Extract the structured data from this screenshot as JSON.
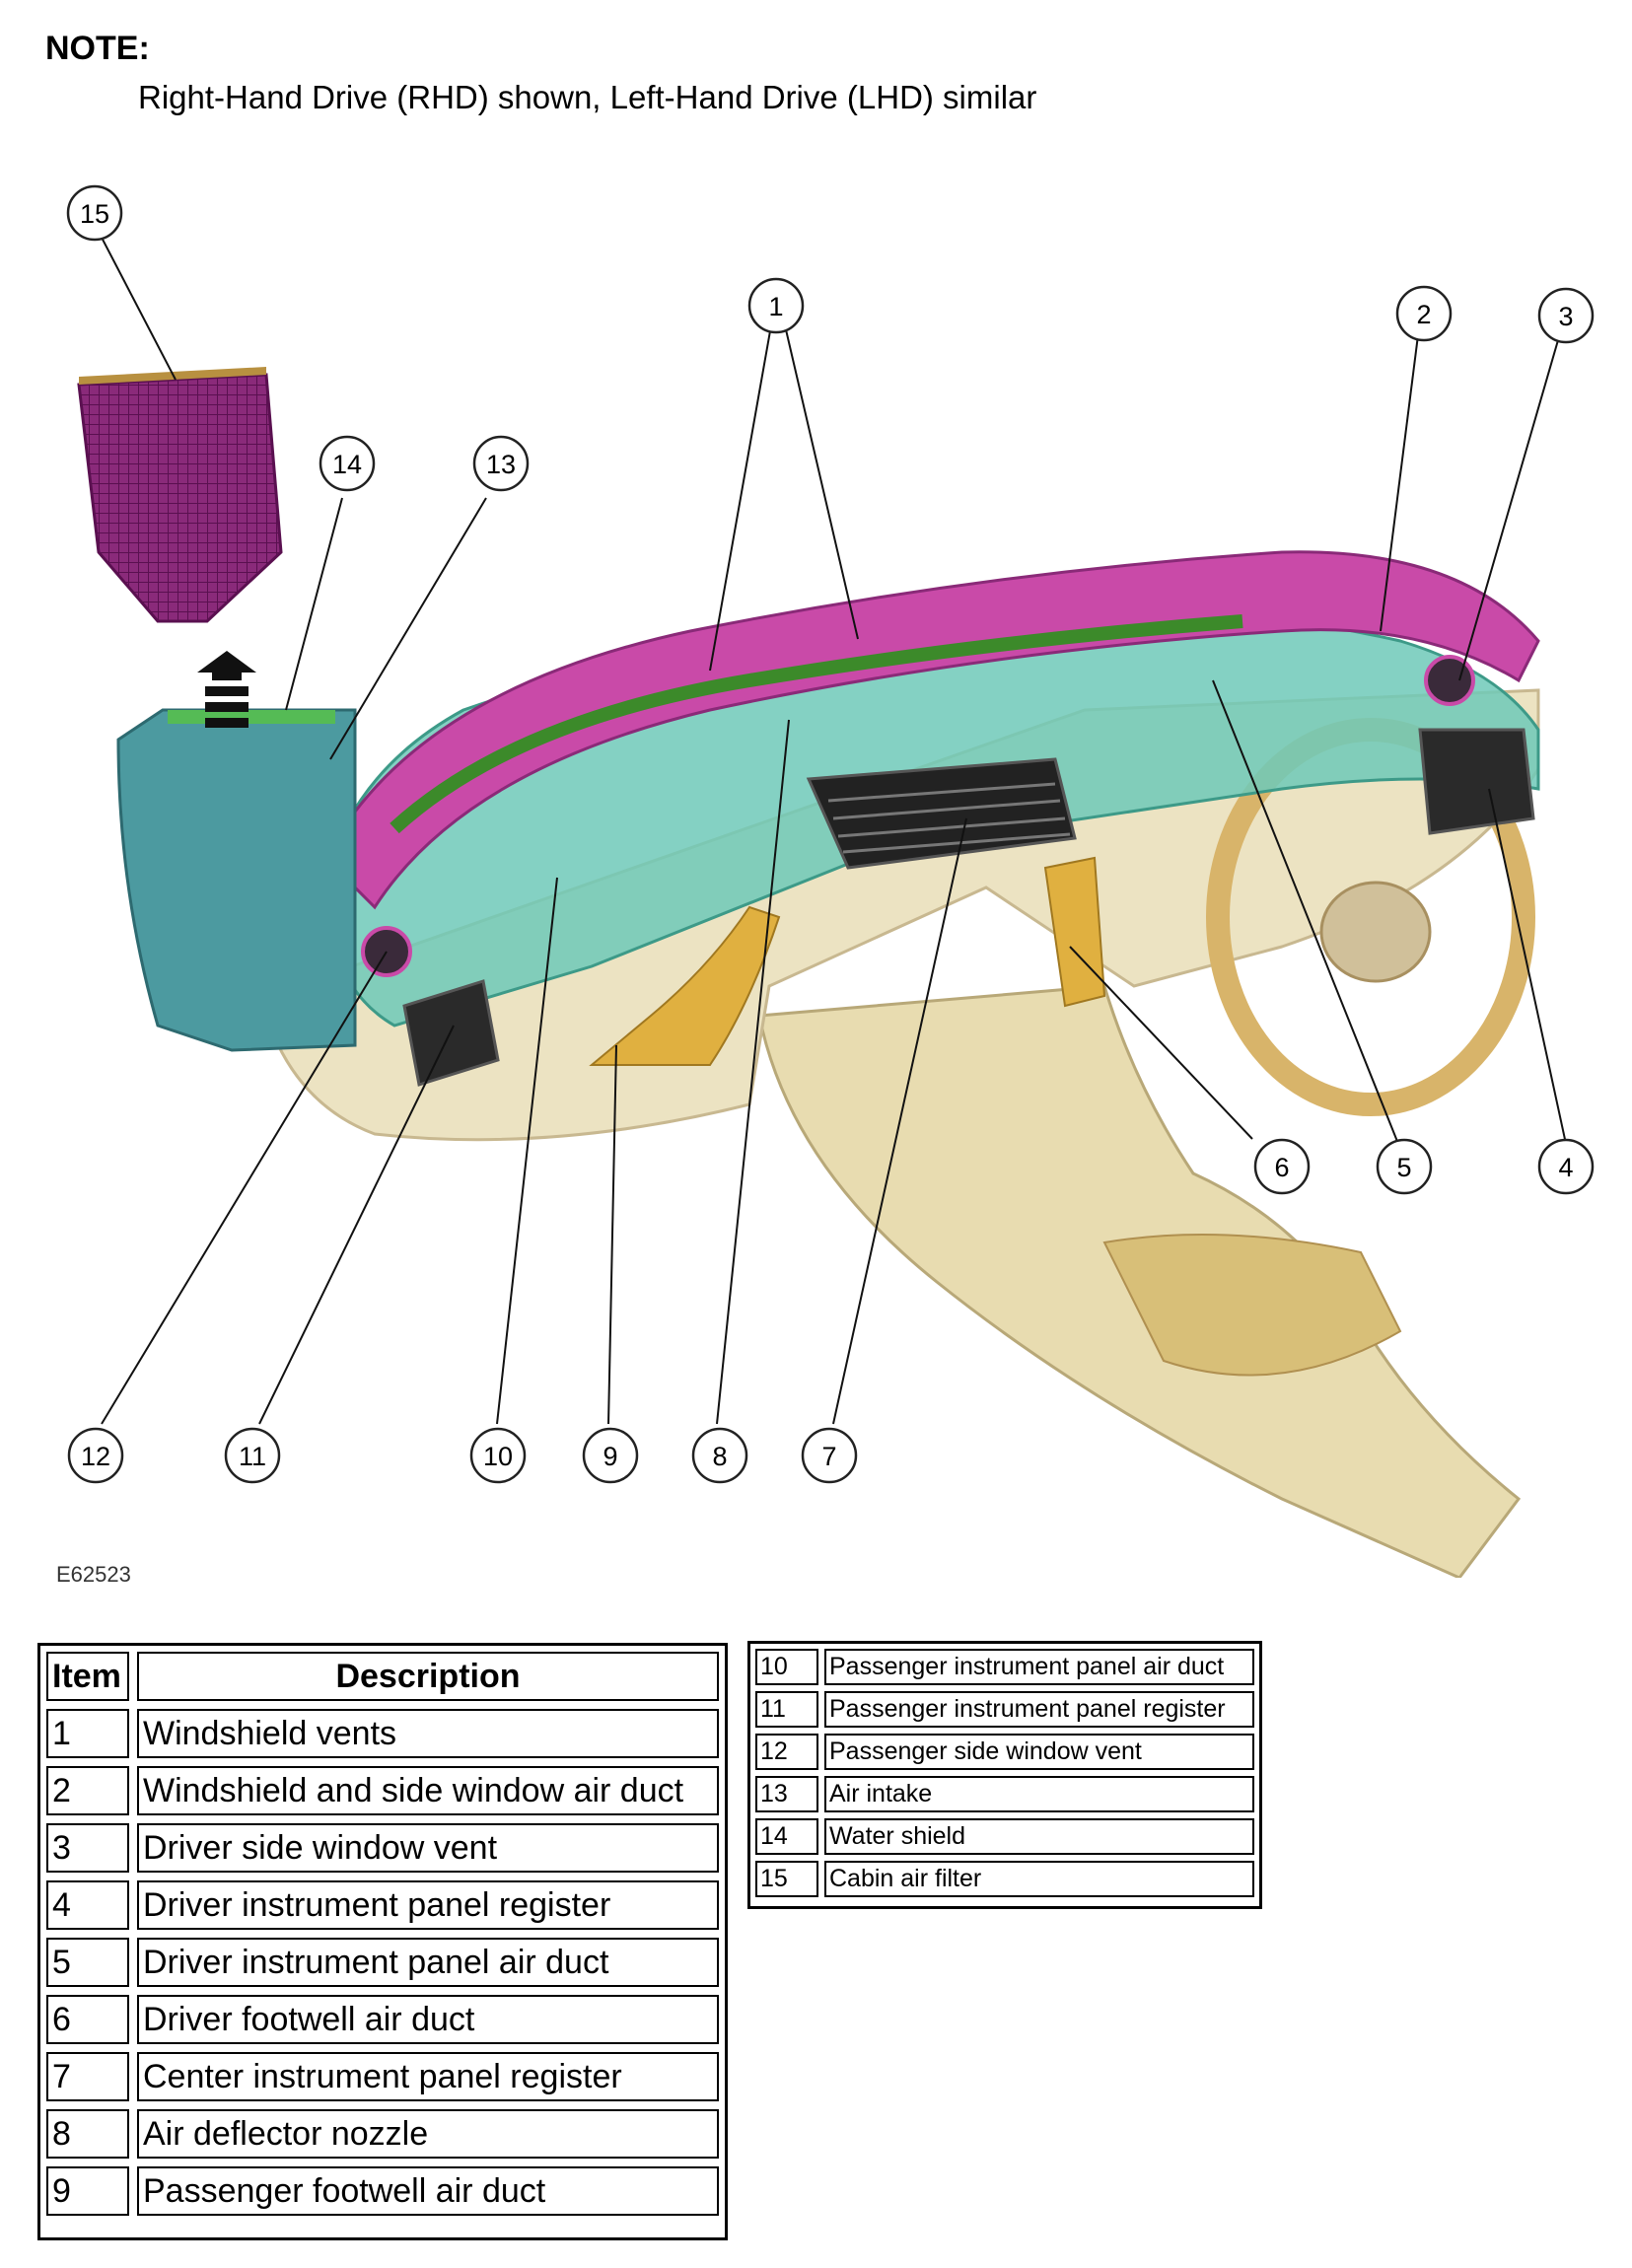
{
  "note": {
    "title": "NOTE:",
    "text": "Right-Hand Drive (RHD) shown, Left-Hand Drive (LHD) similar"
  },
  "figure": {
    "id": "E62523",
    "callouts": [
      "1",
      "2",
      "3",
      "4",
      "5",
      "6",
      "7",
      "8",
      "9",
      "10",
      "11",
      "12",
      "13",
      "14",
      "15"
    ]
  },
  "table_left": {
    "header": {
      "item": "Item",
      "description": "Description"
    },
    "rows": [
      {
        "item": "1",
        "description": "Windshield vents"
      },
      {
        "item": "2",
        "description": "Windshield and side window air duct"
      },
      {
        "item": "3",
        "description": "Driver side window vent"
      },
      {
        "item": "4",
        "description": "Driver instrument panel register"
      },
      {
        "item": "5",
        "description": "Driver instrument panel air duct"
      },
      {
        "item": "6",
        "description": "Driver footwell air duct"
      },
      {
        "item": "7",
        "description": "Center instrument panel register"
      },
      {
        "item": "8",
        "description": "Air deflector nozzle"
      },
      {
        "item": "9",
        "description": "Passenger footwell air duct"
      }
    ]
  },
  "table_right": {
    "rows": [
      {
        "item": "10",
        "description": "Passenger instrument panel air duct"
      },
      {
        "item": "11",
        "description": "Passenger instrument panel register"
      },
      {
        "item": "12",
        "description": "Passenger side window vent"
      },
      {
        "item": "13",
        "description": "Air intake"
      },
      {
        "item": "14",
        "description": "Water shield"
      },
      {
        "item": "15",
        "description": "Cabin air filter"
      }
    ]
  }
}
